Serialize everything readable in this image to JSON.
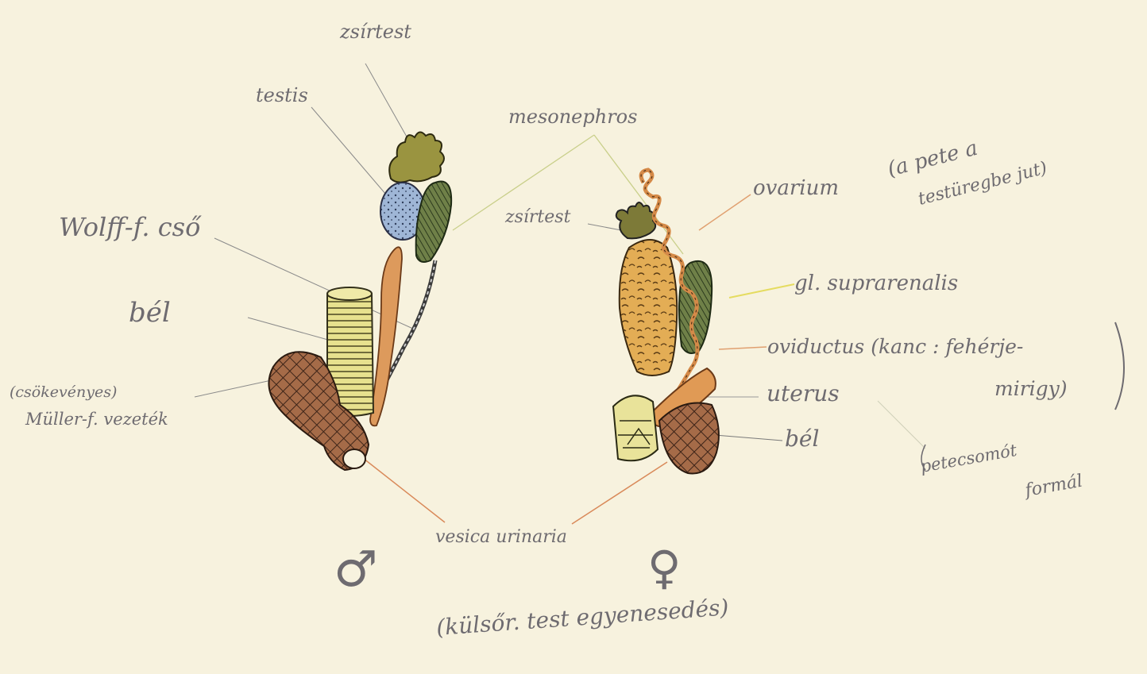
{
  "labels": {
    "zsirtest_top": "zsírtest",
    "testis": "testis",
    "mesonephros": "mesonephros",
    "wolff": "Wolff-f. cső",
    "bel_left": "bél",
    "csokeveny": "(csökevényes)",
    "muller": "Müller-f. vezeték",
    "vesica": "vesica urinaria",
    "zsirtest_right": "zsírtest",
    "ovarium": "ovarium",
    "ovarium_note_1": "(a pete a",
    "ovarium_note_2": "testüregbe jut)",
    "suprarenalis": "gl. suprarenalis",
    "oviductus": "oviductus (kanc : fehérje-",
    "oviductus_2": "mirigy)",
    "uterus": "uterus",
    "petecsomot_1": "petecsomót",
    "petecsomot_2": "formál",
    "bel_right": "bél",
    "male_symbol": "♂",
    "female_symbol": "♀",
    "bottom_note": "(külsőr. test egyenesedés)"
  },
  "colors": {
    "paper": "#f7f2de",
    "ink": "#6e6b70",
    "testis_blue": "#9fb6d6",
    "mesonephros_green": "#5f7040",
    "fat_body_olive": "#8a8a3a",
    "intestine_yellow": "#e2dc8a",
    "cloaca_brown": "#7b4a30",
    "duct_orange": "#d9935a",
    "ovary_orange": "#e0a84c"
  }
}
